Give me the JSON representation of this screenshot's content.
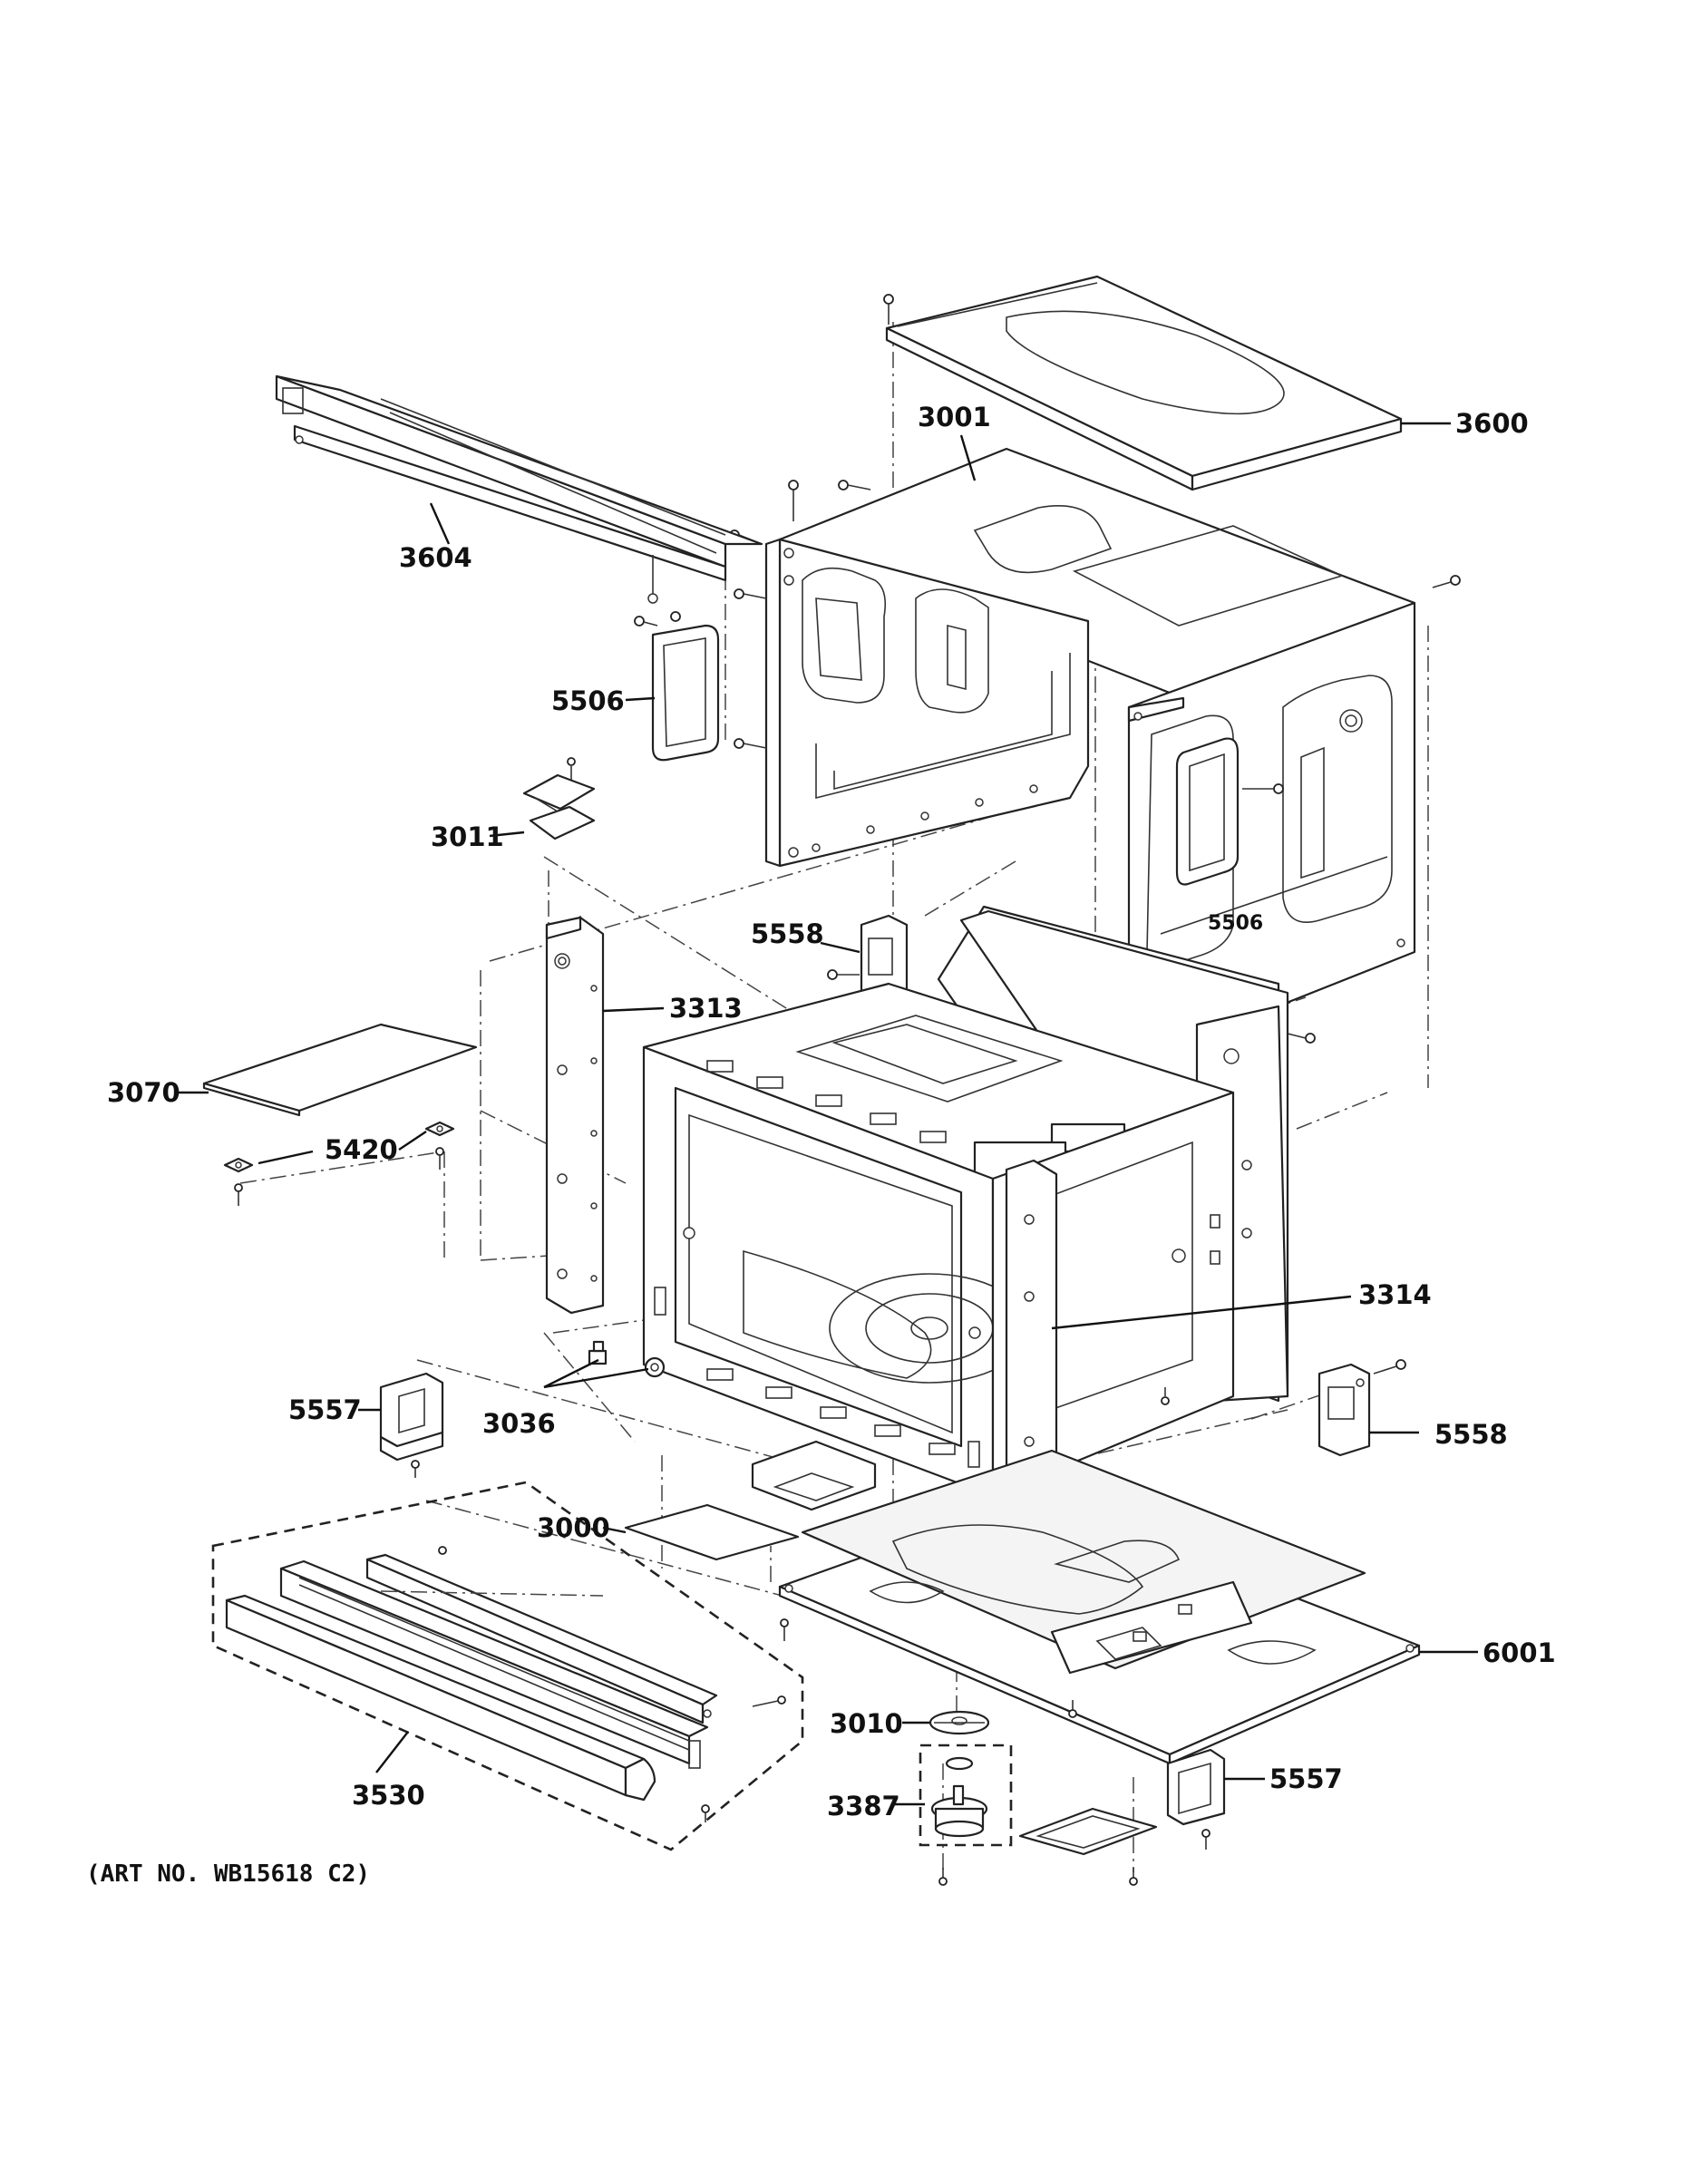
{
  "diagram": {
    "art_number": "(ART NO. WB15618 C2)",
    "callouts": [
      {
        "id": "c-3600",
        "text": "3600"
      },
      {
        "id": "c-3001",
        "text": "3001"
      },
      {
        "id": "c-3604",
        "text": "3604"
      },
      {
        "id": "c-5506a",
        "text": "5506"
      },
      {
        "id": "c-5506b",
        "text": "5506"
      },
      {
        "id": "c-3011",
        "text": "3011"
      },
      {
        "id": "c-5558a",
        "text": "5558"
      },
      {
        "id": "c-3313",
        "text": "3313"
      },
      {
        "id": "c-3070",
        "text": "3070"
      },
      {
        "id": "c-5420",
        "text": "5420"
      },
      {
        "id": "c-3314",
        "text": "3314"
      },
      {
        "id": "c-5557a",
        "text": "5557"
      },
      {
        "id": "c-3036",
        "text": "3036"
      },
      {
        "id": "c-5558b",
        "text": "5558"
      },
      {
        "id": "c-3000",
        "text": "3000"
      },
      {
        "id": "c-6001",
        "text": "6001"
      },
      {
        "id": "c-3010",
        "text": "3010"
      },
      {
        "id": "c-3530",
        "text": "3530"
      },
      {
        "id": "c-3387",
        "text": "3387"
      },
      {
        "id": "c-5557b",
        "text": "5557"
      }
    ]
  }
}
